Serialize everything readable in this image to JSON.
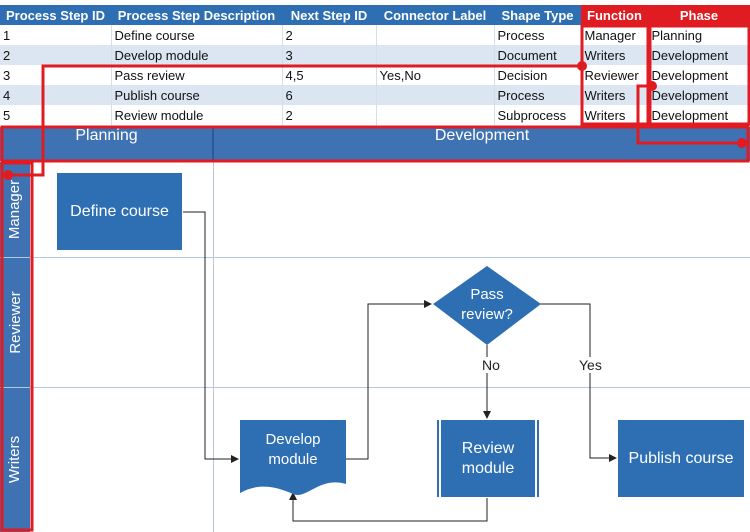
{
  "table": {
    "headers": [
      "Process Step ID",
      "Process Step Description",
      "Next Step ID",
      "Connector Label",
      "Shape Type",
      "Function",
      "Phase"
    ],
    "rows": [
      [
        "1",
        "Define course",
        "2",
        "",
        "Process",
        "Manager",
        "Planning"
      ],
      [
        "2",
        "Develop module",
        "3",
        "",
        "Document",
        "Writers",
        "Development"
      ],
      [
        "3",
        "Pass review",
        "4,5",
        "Yes,No",
        "Decision",
        "Reviewer",
        "Development"
      ],
      [
        "4",
        "Publish course",
        "6",
        "",
        "Process",
        "Writers",
        "Development"
      ],
      [
        "5",
        "Review module",
        "2",
        "",
        "Subprocess",
        "Writers",
        "Development"
      ]
    ]
  },
  "diagram": {
    "phases": [
      "Planning",
      "Development"
    ],
    "lanes": [
      "Manager",
      "Reviewer",
      "Writers"
    ],
    "shapes": {
      "define_course": "Define course",
      "develop_module": [
        "Develop",
        "module"
      ],
      "pass_review": [
        "Pass",
        "review?"
      ],
      "review_module": [
        "Review",
        "module"
      ],
      "publish_course": "Publish course"
    },
    "connectors": {
      "no": "No",
      "yes": "Yes"
    }
  },
  "colors": {
    "header": "#2e6fb4",
    "highlight": "#e01b22",
    "shape": "#2e6fb4",
    "row_alt": "#dce6f2"
  }
}
